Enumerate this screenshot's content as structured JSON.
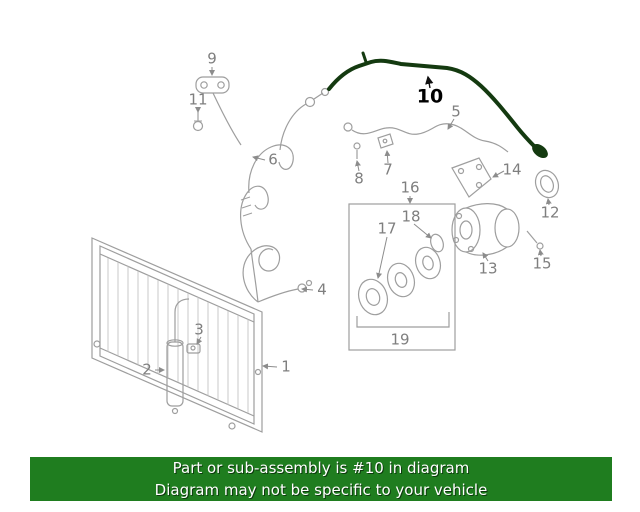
{
  "banner": {
    "line1": "Part or sub-assembly is #10 in diagram",
    "line2": "Diagram may not be specific to your vehicle"
  },
  "colors": {
    "banner_bg": "#1f7d1f",
    "banner_text": "#ffffff",
    "diagram_line": "#9e9e9e",
    "part_label": "#7f7f7f",
    "highlight": "#143a10",
    "highlight_label": "#000000"
  },
  "diagram": {
    "highlighted_part": "10",
    "labels": [
      {
        "text": "1"
      },
      {
        "text": "2"
      },
      {
        "text": "3"
      },
      {
        "text": "4"
      },
      {
        "text": "5"
      },
      {
        "text": "6"
      },
      {
        "text": "7"
      },
      {
        "text": "8"
      },
      {
        "text": "9"
      },
      {
        "text": "10"
      },
      {
        "text": "11"
      },
      {
        "text": "12"
      },
      {
        "text": "13"
      },
      {
        "text": "14"
      },
      {
        "text": "15"
      },
      {
        "text": "16"
      },
      {
        "text": "17"
      },
      {
        "text": "18"
      },
      {
        "text": "19"
      }
    ]
  }
}
